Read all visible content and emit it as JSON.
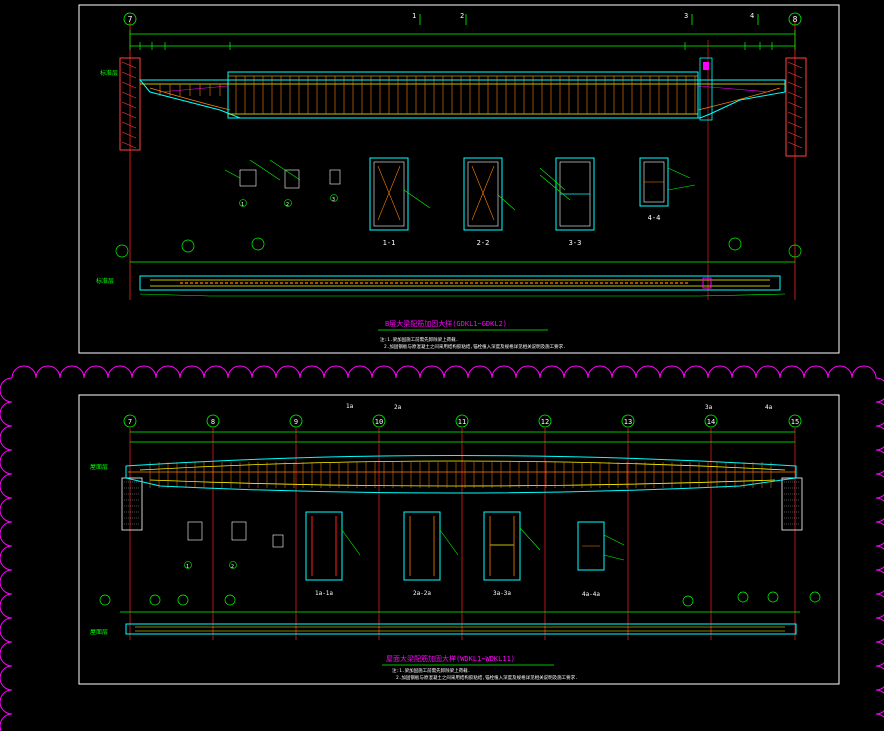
{
  "colors": {
    "background": "#000000",
    "frame": "#ffffff",
    "cloud": "#ff00ff",
    "axis": "#ff2020",
    "beam_outline": "#00ffff",
    "rebar": "#ffff00",
    "stirrup": "#ff8000",
    "dimension": "#00ff00",
    "wall_hatch": "#ff4040",
    "text": "#ffffff",
    "accent_green": "#00ff00"
  },
  "panel_top": {
    "axis_labels": [
      "7",
      "8"
    ],
    "section_marks": [
      "1",
      "2",
      "3",
      "4"
    ],
    "level_label": "标准层",
    "sections": [
      {
        "label": "1-1"
      },
      {
        "label": "2-2"
      },
      {
        "label": "3-3"
      },
      {
        "label": "4-4"
      }
    ],
    "title": "B层大梁配筋加固大样(GDKL1~GDKL2)",
    "notes": [
      "注:1.梁加固施工前需先卸除梁上荷载.",
      "2.加固钢板与原混凝土之间采用结构胶粘结,锚栓植入深度及规格详见相关说明及施工要求."
    ],
    "detail_labels": [
      "1",
      "2",
      "3"
    ]
  },
  "panel_bottom": {
    "axis_labels": [
      "7",
      "8",
      "9",
      "10",
      "11",
      "12",
      "13",
      "14",
      "15"
    ],
    "section_marks": [
      "1a",
      "2a",
      "3a",
      "4a"
    ],
    "level_label": "屋面层",
    "sections": [
      {
        "label": "1a-1a"
      },
      {
        "label": "2a-2a"
      },
      {
        "label": "3a-3a"
      },
      {
        "label": "4a-4a"
      }
    ],
    "title": "屋面大梁配筋加固大样(WDKL1~WDKL11)",
    "notes": [
      "注:1.梁加固施工前需先卸除梁上荷载.",
      "2.加固钢板与原混凝土之间采用结构胶粘结,锚栓植入深度及规格详见相关说明及施工要求."
    ],
    "detail_labels": [
      "1",
      "2"
    ]
  }
}
